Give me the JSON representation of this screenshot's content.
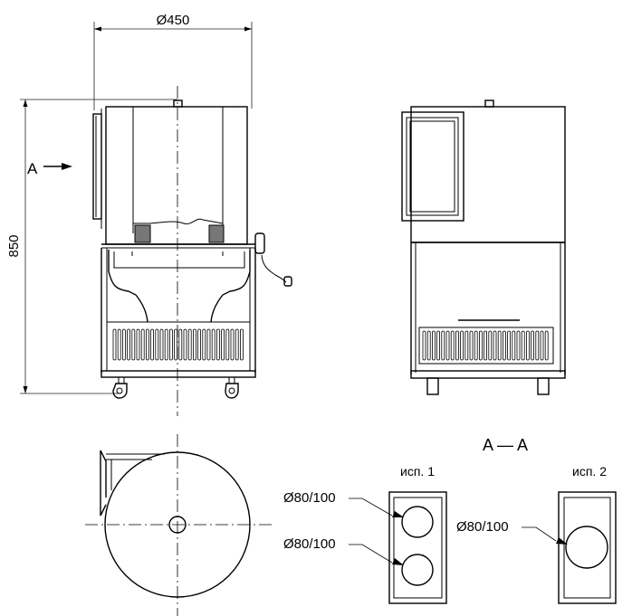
{
  "dimensions": {
    "width_label": "Ø450",
    "height_label": "850"
  },
  "views": {
    "view_arrow_label": "A",
    "section_label": "A — A"
  },
  "variants": {
    "variant1_label": "исп. 1",
    "variant2_label": "исп. 2",
    "v1_pipe_top_label": "Ø80/100",
    "v1_pipe_bottom_label": "Ø80/100",
    "v2_pipe_label": "Ø80/100"
  }
}
